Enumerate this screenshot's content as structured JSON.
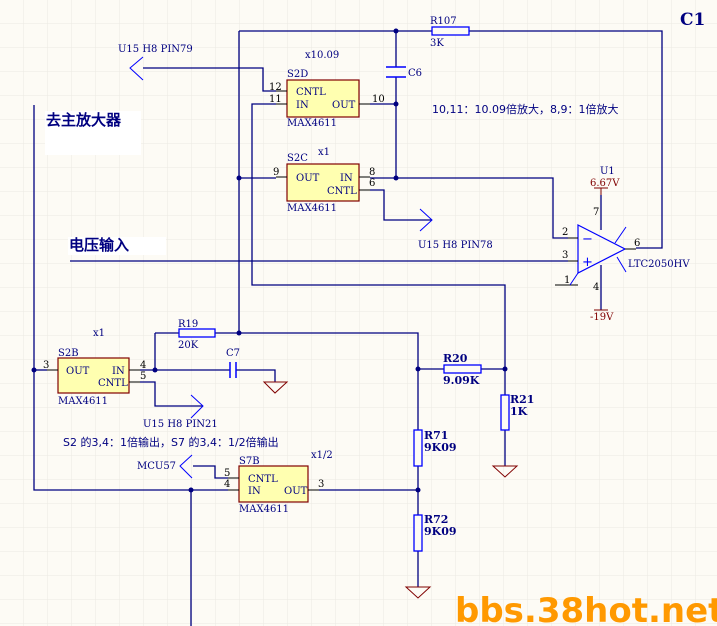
{
  "title": "C1",
  "labels": {
    "to_main_amp": "去主放大器",
    "voltage_input": "电压输入",
    "gain_note_top": "10,11：10.09倍放大，8,9：1倍放大",
    "gain_note_bottom": "S2 的3,4：1倍输出，S7 的3,4：1/2倍输出",
    "watermark": "bbs.38hot.net"
  },
  "ports": {
    "pin79": "U15 H8 PIN79",
    "pin78": "U15 H8 PIN78",
    "pin21": "U15 H8 PIN21",
    "mcu57": "MCU57"
  },
  "switches": {
    "s2d": {
      "ref": "S2D",
      "part": "MAX4611",
      "gain": "x10.09",
      "cntl": "CNTL",
      "in": "IN",
      "out": "OUT",
      "pin_cntl": "12",
      "pin_in": "11",
      "pin_out": "10"
    },
    "s2c": {
      "ref": "S2C",
      "part": "MAX4611",
      "gain": "x1",
      "cntl": "CNTL",
      "in": "IN",
      "out": "OUT",
      "pin_out": "9",
      "pin_in": "8",
      "pin_cntl": "6"
    },
    "s2b": {
      "ref": "S2B",
      "part": "MAX4611",
      "gain": "x1",
      "cntl": "CNTL",
      "in": "IN",
      "out": "OUT",
      "pin_out": "3",
      "pin_in": "4",
      "pin_cntl": "5"
    },
    "s7b": {
      "ref": "S7B",
      "part": "MAX4611",
      "gain": "x1/2",
      "cntl": "CNTL",
      "in": "IN",
      "out": "OUT",
      "pin_cntl": "5",
      "pin_in": "4",
      "pin_out": "3"
    }
  },
  "opamp": {
    "ref": "U1",
    "part": "LTC2050HV",
    "vpos": "6.67V",
    "vneg": "-19V",
    "minus": "−",
    "plus": "+",
    "pin2": "2",
    "pin3": "3",
    "pin1": "1",
    "pin6": "6",
    "pin7": "7",
    "pin4": "4"
  },
  "components": {
    "r107": {
      "ref": "R107",
      "value": "3K"
    },
    "r19": {
      "ref": "R19",
      "value": "20K"
    },
    "r20": {
      "ref": "R20",
      "value": "9.09K"
    },
    "r21": {
      "ref": "R21",
      "value": "1K"
    },
    "r71": {
      "ref": "R71",
      "value": "9K09"
    },
    "r72": {
      "ref": "R72",
      "value": "9K09"
    },
    "c6": {
      "ref": "C6"
    },
    "c7": {
      "ref": "C7"
    }
  },
  "colors": {
    "wire": "#000080",
    "resistor": "#0000ff",
    "power": "#800000",
    "chip_fill": "#ffffb0",
    "watermark": "#ff9900"
  }
}
